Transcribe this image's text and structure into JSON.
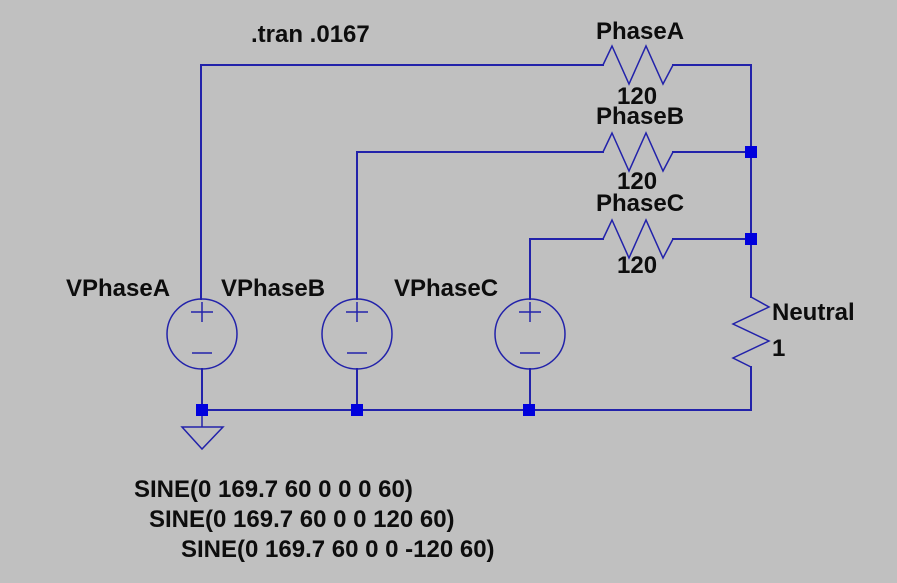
{
  "app": {
    "name": "schematic-editor",
    "colors": {
      "background": "#c0c0c0",
      "wire": "#2222aa",
      "junction": "#0000dd",
      "text": "#0d0d0d"
    }
  },
  "directives": {
    "tran": ".tran .0167"
  },
  "resistors": [
    {
      "name": "PhaseA",
      "value": "120",
      "orientation": "horizontal"
    },
    {
      "name": "PhaseB",
      "value": "120",
      "orientation": "horizontal"
    },
    {
      "name": "PhaseC",
      "value": "120",
      "orientation": "horizontal"
    },
    {
      "name": "Neutral",
      "value": "1",
      "orientation": "vertical"
    }
  ],
  "voltage_sources": [
    {
      "name": "VPhaseA",
      "value": "SINE(0 169.7 60 0 0 0 60)"
    },
    {
      "name": "VPhaseB",
      "value": "SINE(0 169.7 60 0 0 120 60)"
    },
    {
      "name": "VPhaseC",
      "value": "SINE(0 169.7 60 0 0 -120 60)"
    }
  ]
}
